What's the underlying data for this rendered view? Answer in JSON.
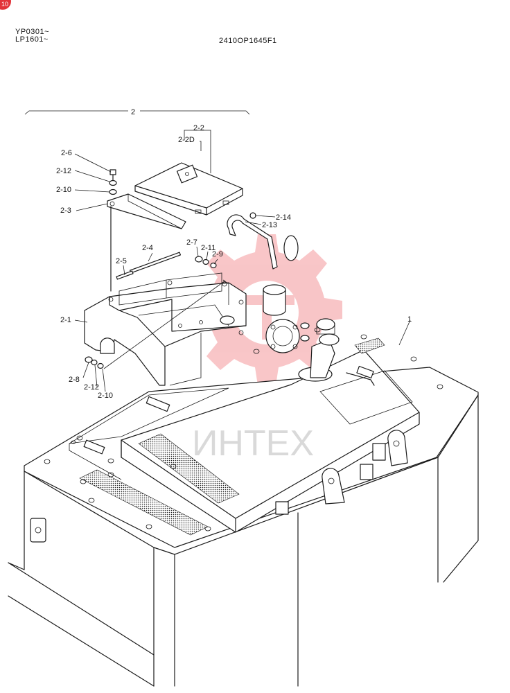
{
  "header": {
    "serial_line1": "YP0301~",
    "serial_line2": "LP1601~",
    "drawing_code": "2410OP1645F1"
  },
  "watermark": {
    "text": "ИНТЕХ",
    "color": "#e8333a"
  },
  "callouts": {
    "assembly_2": "2",
    "part_2_2": "2-2",
    "part_2_2D": "2-2D",
    "part_2_6": "2-6",
    "part_2_12_top": "2-12",
    "part_2_10_top": "2-10",
    "part_2_3": "2-3",
    "part_2_14": "2-14",
    "part_2_13": "2-13",
    "part_2_7": "2-7",
    "part_2_11": "2-11",
    "part_2_9": "2-9",
    "part_2_4": "2-4",
    "part_2_5": "2-5",
    "part_2_1": "2-1",
    "part_1": "1",
    "part_2_8": "2-8",
    "part_2_12_bottom": "2-12",
    "part_2_10_bottom": "2-10"
  },
  "badge": {
    "text": "10",
    "color": "#e2343a"
  }
}
